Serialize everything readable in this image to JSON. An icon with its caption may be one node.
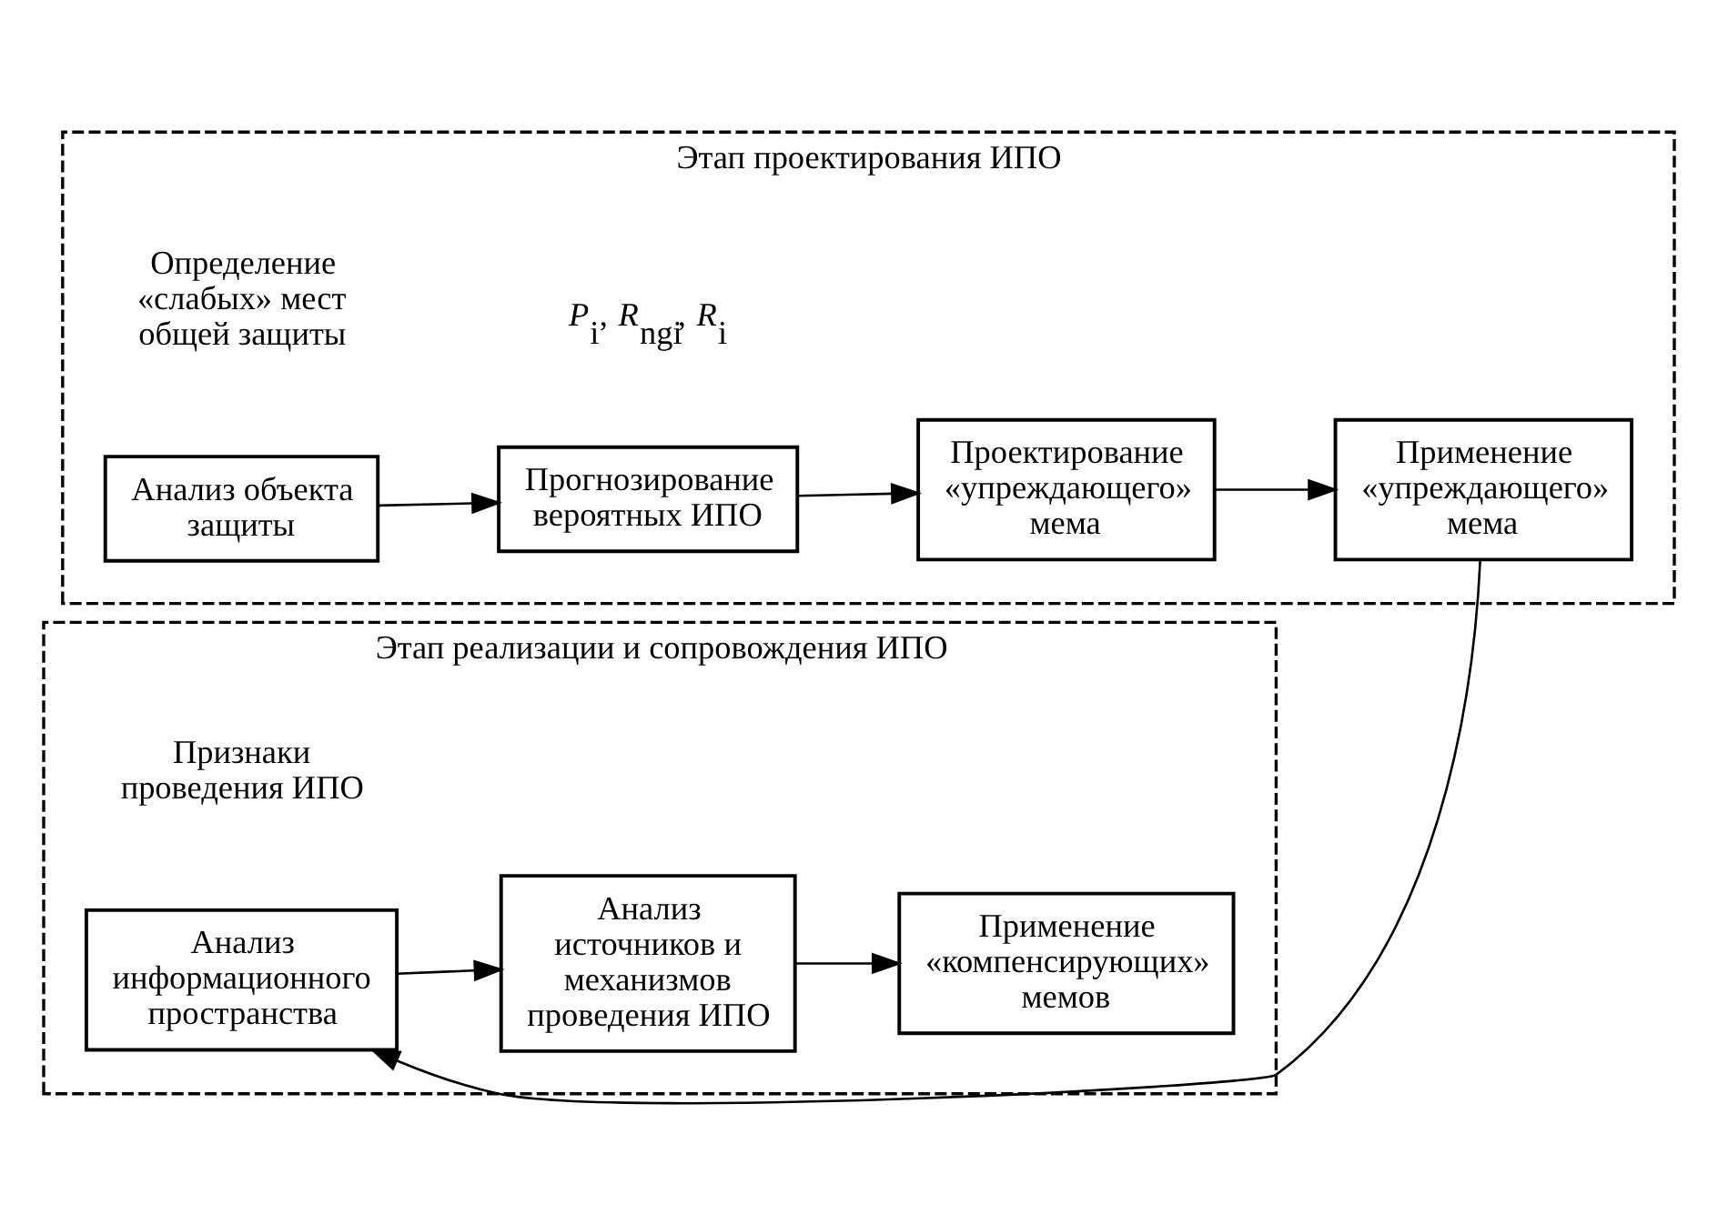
{
  "diagram": {
    "nodes": [
      {
        "text": [
          "Этап проектирования ИПО"
        ]
      },
      {
        "text": [
          "Анализ объекта защиты"
        ],
        "in": 0,
        "beside": [
          "Определение «слабых» мест общей защиты"
        ]
      },
      {
        "text": [
          "Прогнозирование вероятных ИПО"
        ],
        "in": 0,
        "beside": [
          "*P*$_{i}$, *R*$_{ngi}$, *R*$_{i}$"
        ]
      },
      {
        "text": [
          "Проектирование «упреждающего» мема"
        ],
        "in": 0
      },
      {
        "text": [
          "Применение «упреждающего» мема"
        ],
        "in": 0
      },
      {
        "text": [
          "Этап реализации и сопровождения ИПО"
        ]
      },
      {
        "text": [
          "Анализ информационного пространства"
        ],
        "in": 5,
        "beside": [
          "Признаки проведения ИПО"
        ]
      },
      {
        "text": [
          "Анализ источников и механизмов проведения ИПО"
        ],
        "in": 5
      },
      {
        "text": [
          "Применение «компенсирующих» мемов"
        ],
        "in": 5
      }
    ],
    "edges": [
      {
        "from": 1,
        "to": 2,
        "arrow": "to"
      },
      {
        "from": 2,
        "to": 3,
        "arrow": "to"
      },
      {
        "from": 3,
        "to": 4,
        "arrow": "to"
      },
      {
        "from": 4,
        "to": 6,
        "arrow": "to"
      },
      {
        "from": 6,
        "to": 7,
        "arrow": "to"
      },
      {
        "from": 7,
        "to": 8,
        "arrow": "to"
      }
    ]
  }
}
